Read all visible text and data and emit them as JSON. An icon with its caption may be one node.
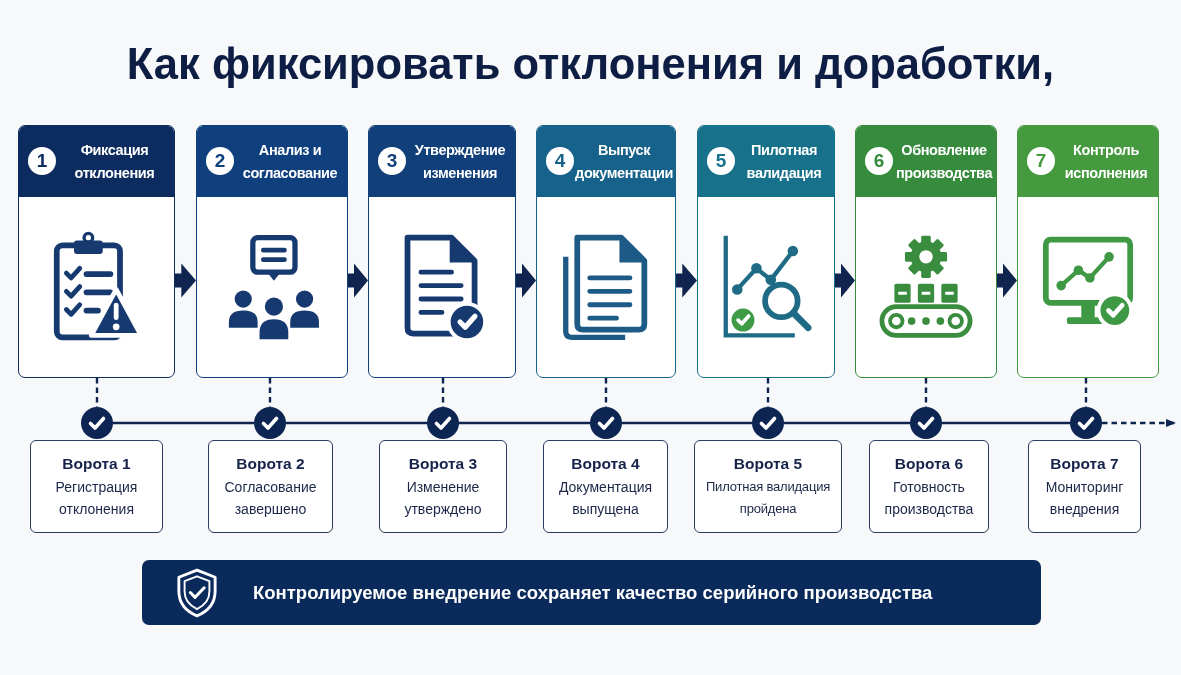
{
  "diagram": {
    "title": "Как фиксировать отклонения и доработки,",
    "nodes": [
      {
        "text": [
          "1",
          "Фиксация отклонения"
        ]
      },
      {
        "text": [
          "2",
          "Анализ и согласование"
        ]
      },
      {
        "text": [
          "3",
          "Утверждение изменения"
        ]
      },
      {
        "text": [
          "4",
          "Выпуск документации"
        ]
      },
      {
        "text": [
          "5",
          "Пилотная валидация"
        ]
      },
      {
        "text": [
          "6",
          "Обновление производства"
        ]
      },
      {
        "text": [
          "7",
          "Контроль исполнения"
        ]
      },
      {
        "text": [],
        "shape": "circle"
      },
      {
        "text": [],
        "shape": "circle"
      },
      {
        "text": [],
        "shape": "circle"
      },
      {
        "text": [],
        "shape": "circle"
      },
      {
        "text": [],
        "shape": "circle"
      },
      {
        "text": [],
        "shape": "circle"
      },
      {
        "text": [],
        "shape": "circle"
      },
      {
        "text": [
          "Ворота 1",
          "Регистрация отклонения"
        ]
      },
      {
        "text": [
          "Ворота 2",
          "Согласование завершено"
        ]
      },
      {
        "text": [
          "Ворота 3",
          "Изменение утверждено"
        ]
      },
      {
        "text": [
          "Ворота 4",
          "Документация выпущена"
        ]
      },
      {
        "text": [
          "Ворота 5",
          "Пилотная валидация пройдена"
        ]
      },
      {
        "text": [
          "Ворота 6",
          "Готовность производства"
        ]
      },
      {
        "text": [
          "Ворота 7",
          "Мониторинг внедрения"
        ]
      },
      {
        "text": [
          "Контролируемое внедрение сохраняет качество серийного производства"
        ]
      }
    ],
    "edges": [
      {
        "from": 0,
        "to": 1,
        "arrow": "to",
        "style": "thick"
      },
      {
        "from": 1,
        "to": 2,
        "arrow": "to",
        "style": "thick"
      },
      {
        "from": 2,
        "to": 3,
        "arrow": "to",
        "style": "thick"
      },
      {
        "from": 3,
        "to": 4,
        "arrow": "to",
        "style": "thick"
      },
      {
        "from": 4,
        "to": 5,
        "arrow": "to",
        "style": "thick"
      },
      {
        "from": 5,
        "to": 6,
        "arrow": "to",
        "style": "thick"
      },
      {
        "from": 0,
        "to": 7,
        "arrow": "none",
        "style": "dashed"
      },
      {
        "from": 1,
        "to": 8,
        "arrow": "none",
        "style": "dashed"
      },
      {
        "from": 2,
        "to": 9,
        "arrow": "none",
        "style": "dashed"
      },
      {
        "from": 3,
        "to": 10,
        "arrow": "none",
        "style": "dashed"
      },
      {
        "from": 4,
        "to": 11,
        "arrow": "none",
        "style": "dashed"
      },
      {
        "from": 5,
        "to": 12,
        "arrow": "none",
        "style": "dashed"
      },
      {
        "from": 6,
        "to": 13,
        "arrow": "none",
        "style": "dashed"
      },
      {
        "from": 7,
        "to": 8,
        "arrow": "none"
      },
      {
        "from": 8,
        "to": 9,
        "arrow": "none"
      },
      {
        "from": 9,
        "to": 10,
        "arrow": "none"
      },
      {
        "from": 10,
        "to": 11,
        "arrow": "none"
      },
      {
        "from": 11,
        "to": 12,
        "arrow": "none"
      },
      {
        "from": 12,
        "to": 13,
        "arrow": "none"
      },
      {
        "from": 13,
        "to": null,
        "arrow": "to",
        "style": "dashed"
      }
    ]
  }
}
